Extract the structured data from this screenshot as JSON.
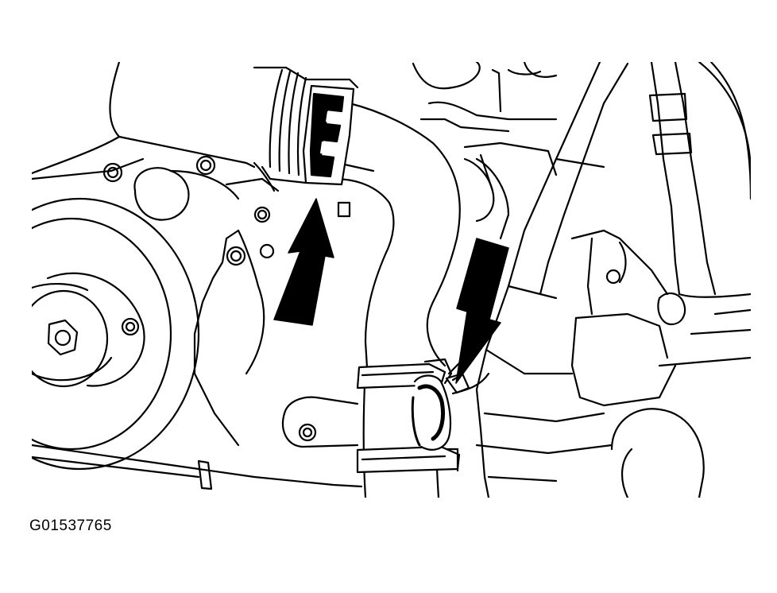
{
  "figure": {
    "id_label": "G01537765",
    "colors": {
      "ink": "#000000",
      "paper": "#ffffff"
    },
    "callouts": [
      {
        "name": "upper-hose-clamp-arrow",
        "direction": "up"
      },
      {
        "name": "lower-hose-clamp-arrow",
        "direction": "down"
      }
    ]
  }
}
